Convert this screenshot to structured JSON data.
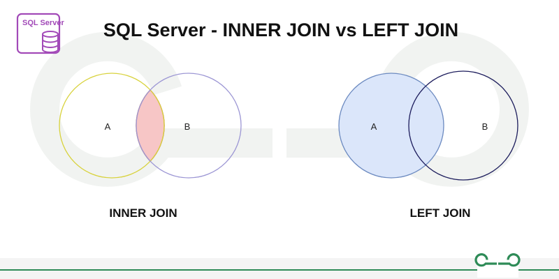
{
  "title": "SQL Server - INNER JOIN vs LEFT JOIN",
  "logo": {
    "text": "SQL Server",
    "icon": "database-icon",
    "color": "#a24ab8"
  },
  "diagrams": {
    "inner": {
      "label": "INNER JOIN",
      "set_a": "A",
      "set_b": "B",
      "colors": {
        "circle_a": "#d8d23c",
        "circle_b": "#9c96d4",
        "intersection_fill": "#f7c6c6",
        "intersection_stroke": "#c0603a"
      }
    },
    "left": {
      "label": "LEFT JOIN",
      "set_a": "A",
      "set_b": "B",
      "colors": {
        "circle_a_fill": "#dbe6fa",
        "circle_a_stroke": "#6c8ac0",
        "circle_b": "#1c1c5c"
      }
    }
  },
  "footer": {
    "brand": "GfG",
    "brand_icon": "gfg-logo-icon",
    "line_color": "#2e8b57"
  }
}
